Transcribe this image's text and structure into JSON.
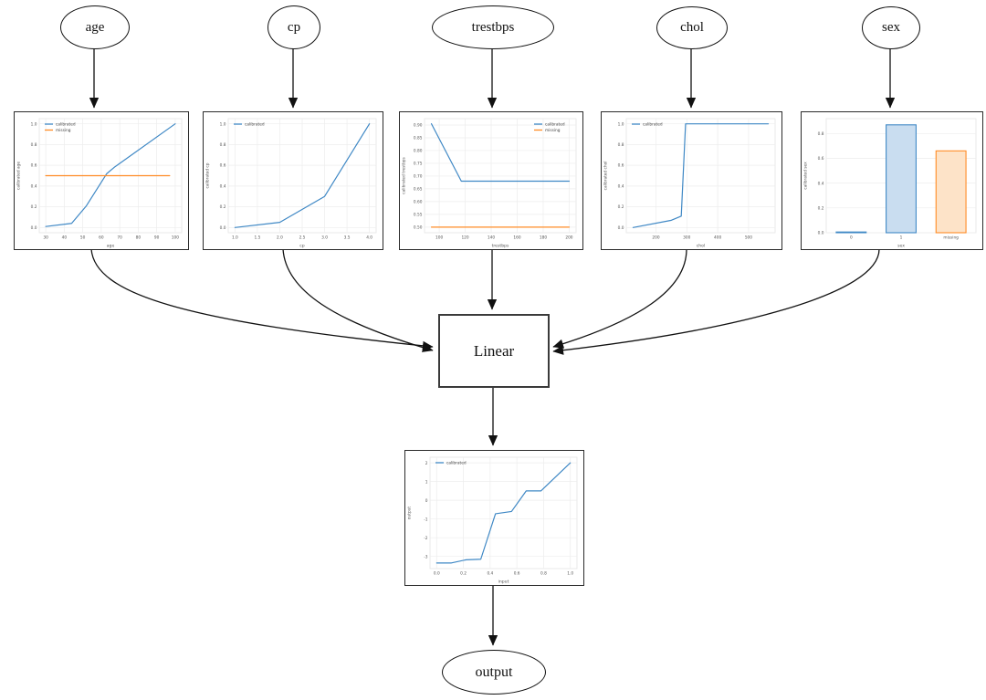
{
  "diagram": {
    "nodes": {
      "age": {
        "label": "age"
      },
      "cp": {
        "label": "cp"
      },
      "trestbps": {
        "label": "trestbps"
      },
      "chol": {
        "label": "chol"
      },
      "sex": {
        "label": "sex"
      },
      "linear": {
        "label": "Linear"
      },
      "output": {
        "label": "output"
      }
    },
    "edges": [
      {
        "from": "age",
        "to": "age-calibrator"
      },
      {
        "from": "cp",
        "to": "cp-calibrator"
      },
      {
        "from": "trestbps",
        "to": "trestbps-calibrator"
      },
      {
        "from": "chol",
        "to": "chol-calibrator"
      },
      {
        "from": "sex",
        "to": "sex-calibrator"
      },
      {
        "from": "age-calibrator",
        "to": "linear"
      },
      {
        "from": "cp-calibrator",
        "to": "linear"
      },
      {
        "from": "trestbps-calibrator",
        "to": "linear"
      },
      {
        "from": "chol-calibrator",
        "to": "linear"
      },
      {
        "from": "sex-calibrator",
        "to": "linear"
      },
      {
        "from": "linear",
        "to": "output-calibrator"
      },
      {
        "from": "output-calibrator",
        "to": "output"
      }
    ],
    "colors": {
      "calibrated": "#3f88c5",
      "missing": "#ff8c26",
      "edge": "#111111"
    }
  },
  "chart_data": [
    {
      "id": "age",
      "type": "line",
      "title": "",
      "xlabel": "age",
      "ylabel": "calibrated age",
      "xlim": [
        26.5,
        103.5
      ],
      "ylim": [
        -0.05,
        1.05
      ],
      "xticks": [
        30,
        40,
        50,
        60,
        70,
        80,
        90,
        100
      ],
      "xtick_labels": [
        "30",
        "40",
        "50",
        "60",
        "70",
        "80",
        "90",
        "100"
      ],
      "yticks": [
        0,
        0.2,
        0.4,
        0.6,
        0.8,
        1.0
      ],
      "ytick_labels": [
        "0.0",
        "0.2",
        "0.4",
        "0.6",
        "0.8",
        "1.0"
      ],
      "legend": "upper-left",
      "grid": true,
      "series": [
        {
          "name": "calibrated",
          "color": "#3f88c5",
          "points": [
            [
              30,
              0.01
            ],
            [
              44,
              0.04
            ],
            [
              52,
              0.21
            ],
            [
              63,
              0.52
            ],
            [
              67,
              0.58
            ],
            [
              100,
              1.0
            ]
          ]
        },
        {
          "name": "missing",
          "color": "#ff8c26",
          "points": [
            [
              30,
              0.5
            ],
            [
              97,
              0.5
            ]
          ]
        }
      ]
    },
    {
      "id": "cp",
      "type": "line",
      "title": "",
      "xlabel": "cp",
      "ylabel": "calibrated cp",
      "xlim": [
        0.85,
        4.15
      ],
      "ylim": [
        -0.05,
        1.05
      ],
      "xticks": [
        1.0,
        1.5,
        2.0,
        2.5,
        3.0,
        3.5,
        4.0
      ],
      "xtick_labels": [
        "1.0",
        "1.5",
        "2.0",
        "2.5",
        "3.0",
        "3.5",
        "4.0"
      ],
      "yticks": [
        0,
        0.2,
        0.4,
        0.6,
        0.8,
        1.0
      ],
      "ytick_labels": [
        "0.0",
        "0.2",
        "0.4",
        "0.6",
        "0.8",
        "1.0"
      ],
      "legend": "upper-left",
      "grid": true,
      "series": [
        {
          "name": "calibrated",
          "color": "#3f88c5",
          "points": [
            [
              1.0,
              0.0
            ],
            [
              2.0,
              0.05
            ],
            [
              3.0,
              0.3
            ],
            [
              4.0,
              1.0
            ]
          ]
        }
      ]
    },
    {
      "id": "trestbps",
      "type": "line",
      "title": "",
      "xlabel": "trestbps",
      "ylabel": "calibrated trestbps",
      "xlim": [
        88.7,
        205.3
      ],
      "ylim": [
        0.478,
        0.925
      ],
      "xticks": [
        100,
        120,
        140,
        160,
        180,
        200
      ],
      "xtick_labels": [
        "100",
        "120",
        "140",
        "160",
        "180",
        "200"
      ],
      "yticks": [
        0.5,
        0.55,
        0.6,
        0.65,
        0.7,
        0.75,
        0.8,
        0.85,
        0.9
      ],
      "ytick_labels": [
        "0.50",
        "0.55",
        "0.60",
        "0.65",
        "0.70",
        "0.75",
        "0.80",
        "0.85",
        "0.90"
      ],
      "legend": "upper-right",
      "grid": true,
      "series": [
        {
          "name": "calibrated",
          "color": "#3f88c5",
          "points": [
            [
              94,
              0.905
            ],
            [
              117,
              0.68
            ],
            [
              200,
              0.68
            ]
          ]
        },
        {
          "name": "missing",
          "color": "#ff8c26",
          "points": [
            [
              94,
              0.5
            ],
            [
              200,
              0.5
            ]
          ]
        }
      ]
    },
    {
      "id": "chol",
      "type": "line",
      "title": "",
      "xlabel": "chol",
      "ylabel": "calibrated chol",
      "xlim": [
        104,
        586
      ],
      "ylim": [
        -0.05,
        1.05
      ],
      "xticks": [
        200,
        300,
        400,
        500
      ],
      "xtick_labels": [
        "200",
        "300",
        "400",
        "500"
      ],
      "yticks": [
        0,
        0.2,
        0.4,
        0.6,
        0.8,
        1.0
      ],
      "ytick_labels": [
        "0.0",
        "0.2",
        "0.4",
        "0.6",
        "0.8",
        "1.0"
      ],
      "legend": "upper-left",
      "grid": true,
      "series": [
        {
          "name": "calibrated",
          "color": "#3f88c5",
          "points": [
            [
              126,
              0.0
            ],
            [
              250,
              0.07
            ],
            [
              282,
              0.11
            ],
            [
              296,
              1.0
            ],
            [
              564,
              1.0
            ]
          ]
        }
      ]
    },
    {
      "id": "sex",
      "type": "bar",
      "title": "",
      "xlabel": "sex",
      "ylabel": "calibrated sex",
      "categories": [
        "0",
        "1",
        "missing"
      ],
      "values": [
        0.005,
        0.87,
        0.66
      ],
      "ylim": [
        0,
        0.92
      ],
      "yticks": [
        0,
        0.2,
        0.4,
        0.6,
        0.8
      ],
      "ytick_labels": [
        "0.0",
        "0.2",
        "0.4",
        "0.6",
        "0.8"
      ],
      "bar_fill": [
        "#c9ddf0",
        "#c9ddf0",
        "#fde3c8"
      ],
      "bar_stroke": [
        "#3f88c5",
        "#3f88c5",
        "#ff8c26"
      ],
      "legend": null,
      "grid": true
    },
    {
      "id": "output",
      "type": "line",
      "title": "",
      "xlabel": "input",
      "ylabel": "output",
      "xlim": [
        -0.05,
        1.05
      ],
      "ylim": [
        -3.65,
        2.3
      ],
      "xticks": [
        0,
        0.2,
        0.4,
        0.6,
        0.8,
        1.0
      ],
      "xtick_labels": [
        "0.0",
        "0.2",
        "0.4",
        "0.6",
        "0.8",
        "1.0"
      ],
      "yticks": [
        -3,
        -2,
        -1,
        0,
        1,
        2
      ],
      "ytick_labels": [
        "-3",
        "-2",
        "-1",
        "0",
        "1",
        "2"
      ],
      "legend": "upper-left",
      "grid": true,
      "series": [
        {
          "name": "calibrated",
          "color": "#3f88c5",
          "points": [
            [
              0.0,
              -3.35
            ],
            [
              0.11,
              -3.35
            ],
            [
              0.22,
              -3.18
            ],
            [
              0.33,
              -3.15
            ],
            [
              0.44,
              -0.72
            ],
            [
              0.56,
              -0.6
            ],
            [
              0.67,
              0.5
            ],
            [
              0.78,
              0.5
            ],
            [
              1.0,
              2.0
            ]
          ]
        }
      ]
    }
  ]
}
